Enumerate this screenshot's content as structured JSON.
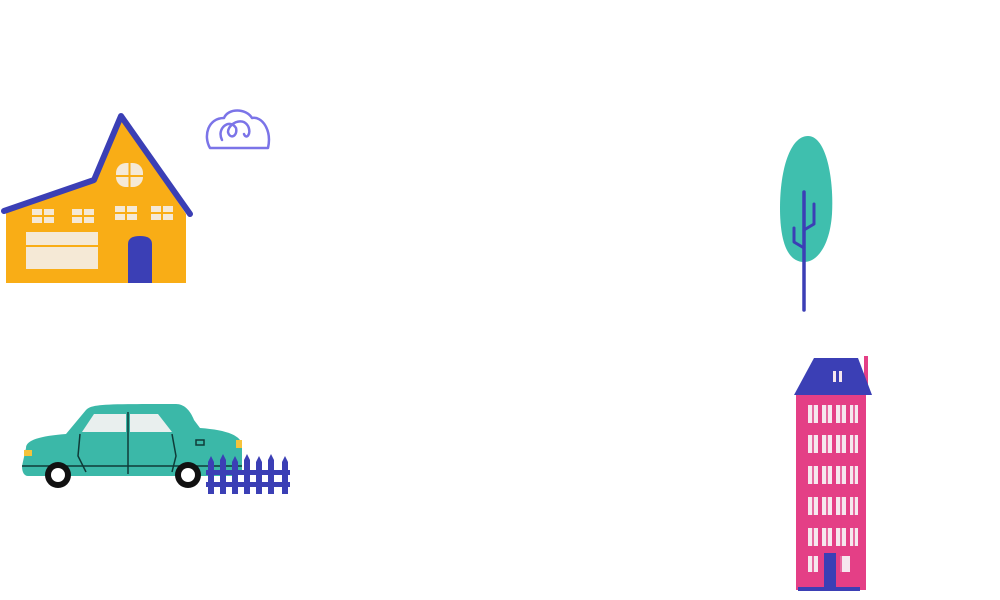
{
  "scene": {
    "background": "#ffffff",
    "illustrations": [
      {
        "name": "house",
        "icon": "house-icon",
        "colors": {
          "walls": "#f9ad16",
          "roof": "#3b3fb5",
          "windows": "#f5e9d6",
          "door": "#3b3fb5"
        }
      },
      {
        "name": "cloud",
        "icon": "cloud-icon",
        "colors": {
          "stroke": "#7b74e8"
        }
      },
      {
        "name": "tree",
        "icon": "tree-icon",
        "colors": {
          "leaves": "#3fbfae",
          "trunk": "#3b3fb5"
        }
      },
      {
        "name": "car",
        "icon": "car-icon",
        "colors": {
          "body": "#3bb8a8",
          "glass": "#e9efee",
          "wheels": "#111111",
          "hubs": "#ffffff",
          "headlight": "#f5c33b"
        }
      },
      {
        "name": "fence",
        "icon": "fence-icon",
        "colors": {
          "slats": "#3b3fb5"
        }
      },
      {
        "name": "apartment-building",
        "icon": "building-icon",
        "colors": {
          "walls": "#e43f86",
          "roof": "#3b3fb5",
          "windows": "#f6e7ee",
          "door": "#3b3fb5"
        }
      }
    ]
  }
}
